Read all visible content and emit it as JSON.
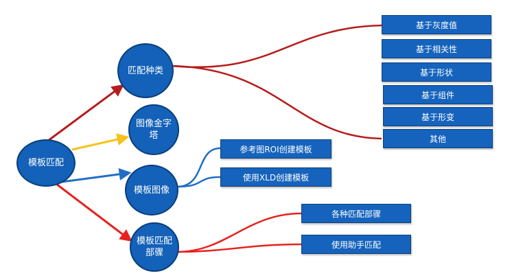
{
  "colors": {
    "node_fill": "#1361b8",
    "dark_red": "#b71c1c",
    "yellow": "#f7c21b",
    "blue": "#1f6ec4",
    "red": "#e8201e"
  },
  "root": {
    "label": "模板匹配"
  },
  "branches": [
    {
      "label": "匹配种类",
      "children": [
        "基于灰度值",
        "基于相关性",
        "基于形状",
        "基于组件",
        "基于形变",
        "其他"
      ]
    },
    {
      "label": "图像金字塔",
      "children": []
    },
    {
      "label": "模板图像",
      "children": [
        "参考图ROI创建模板",
        "使用XLD创建模板"
      ]
    },
    {
      "label": "模板匹配部骤",
      "children": [
        "各种匹配部骤",
        "使用助手匹配"
      ]
    }
  ]
}
